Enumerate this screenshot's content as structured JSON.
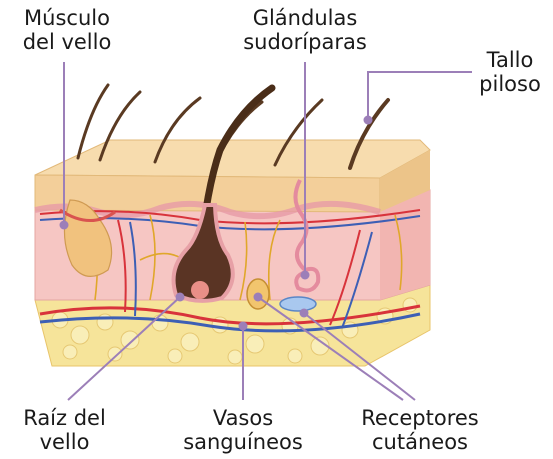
{
  "labels": {
    "musculo_vello": [
      "Músculo",
      "del vello"
    ],
    "glandulas": [
      "Glándulas",
      "sudoríparas"
    ],
    "tallo": [
      "Tallo",
      "piloso"
    ],
    "raiz": [
      "Raíz del",
      "vello"
    ],
    "vasos": [
      "Vasos",
      "sanguíneos"
    ],
    "receptores": [
      "Receptores",
      "cutáneos"
    ]
  },
  "colors": {
    "leader": "#9c7fb8",
    "epidermis": "#f3cf9a",
    "dermis": "#f6c6c3",
    "fat": "#f6e49a",
    "hair": "#5a3a22",
    "artery": "#d8333b",
    "vein": "#3d5fb5",
    "nerve": "#e0a72a"
  }
}
